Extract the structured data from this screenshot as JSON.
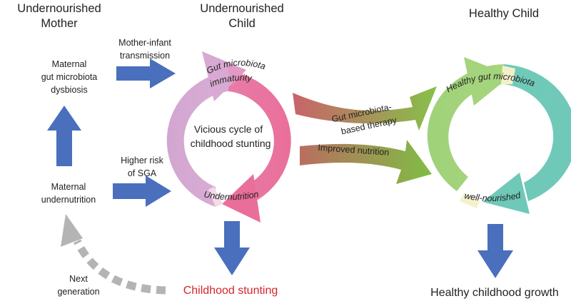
{
  "headers": {
    "mother": [
      "Undernourished",
      "Mother"
    ],
    "child": [
      "Undernourished",
      "Child"
    ],
    "healthy": "Healthy Child"
  },
  "left": {
    "dysbiosis": [
      "Maternal",
      "gut microbiota",
      "dysbiosis"
    ],
    "undernutrition": [
      "Maternal",
      "undernutrition"
    ],
    "next_generation": [
      "Next",
      "generation"
    ]
  },
  "arrows": {
    "mother_infant": [
      "Mother-infant",
      "transmission"
    ],
    "higher_risk": [
      "Higher risk",
      "of SGA"
    ]
  },
  "cycle": {
    "immaturity": [
      "Gut microbiota",
      "immaturity"
    ],
    "undernutrition": "Undernutrition",
    "center": [
      "Vicious cycle of",
      "childhood stunting"
    ]
  },
  "bridge": {
    "therapy": [
      "Gut microbiota-",
      "based therapy"
    ],
    "nutrition": "Improved nutrition"
  },
  "healthy_cycle": {
    "microbiota": "Healthy gut microbiota",
    "nourished": "well-nourished"
  },
  "outcomes": {
    "stunting": "Childhood stunting",
    "growth": "Healthy childhood growth"
  },
  "colors": {
    "blue_arrow": "#4a6fbd",
    "grey_arrow": "#b4b4b4",
    "lilac": "#d5a9d3",
    "pink": "#e9739f",
    "light_green": "#a6d37a",
    "teal": "#6ec9b8",
    "green": "#7ab845",
    "brown": "#b07a5a",
    "stunting_text": "#d4252e"
  }
}
